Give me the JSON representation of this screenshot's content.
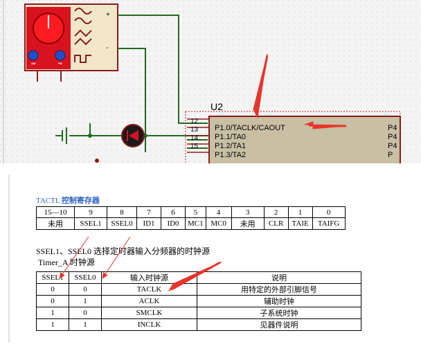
{
  "schematic": {
    "chip_ref": "U2",
    "pins": [
      {
        "num": "12",
        "label": ""
      },
      {
        "num": "13",
        "label": "P1.0/TACLK/CAOUT"
      },
      {
        "num": "14",
        "label": "P1.1/TA0"
      },
      {
        "num": "15",
        "label": "P1.2/TA1"
      },
      {
        "label": "P1.3/TA2"
      }
    ],
    "right_pins": [
      "P4",
      "P4",
      "P4",
      "P"
    ],
    "generator": {
      "knob1_label": "AM",
      "knob2_label": "FM",
      "plus": "+",
      "minus": "-"
    }
  },
  "document": {
    "reg_title_prefix": "TACTL ",
    "reg_title_bold": "控制寄存器",
    "reg_table": {
      "bits": [
        "15—10",
        "9",
        "8",
        "7",
        "6",
        "5",
        "4",
        "3",
        "2",
        "1",
        "0"
      ],
      "names": [
        "未用",
        "SSEL1",
        "SSEL0",
        "ID1",
        "ID0",
        "MC1",
        "MC0",
        "未用",
        "CLR",
        "TAIE",
        "TAIFG"
      ]
    },
    "desc_line1": "SSEL1、SSEL0 选择定时器输入分频器的时钟源",
    "desc_line2": "Timer_A 时钟源",
    "clk_table": {
      "headers": [
        "SSEL1",
        "SSEL0",
        "输入时钟源",
        "说明"
      ],
      "rows": [
        [
          "0",
          "0",
          "TACLK",
          "用特定的外部引脚信号"
        ],
        [
          "0",
          "1",
          "ACLK",
          "辅助时钟"
        ],
        [
          "1",
          "0",
          "SMCLK",
          "子系统时钟"
        ],
        [
          "1",
          "1",
          "INCLK",
          "见器件说明"
        ]
      ]
    }
  },
  "colors": {
    "annotation_arrow": "#e8352b",
    "wire": "#1d6b1d",
    "component": "#8b1a1a",
    "chip_fill": "#c8bfa4",
    "title_blue": "#2f63c4"
  }
}
